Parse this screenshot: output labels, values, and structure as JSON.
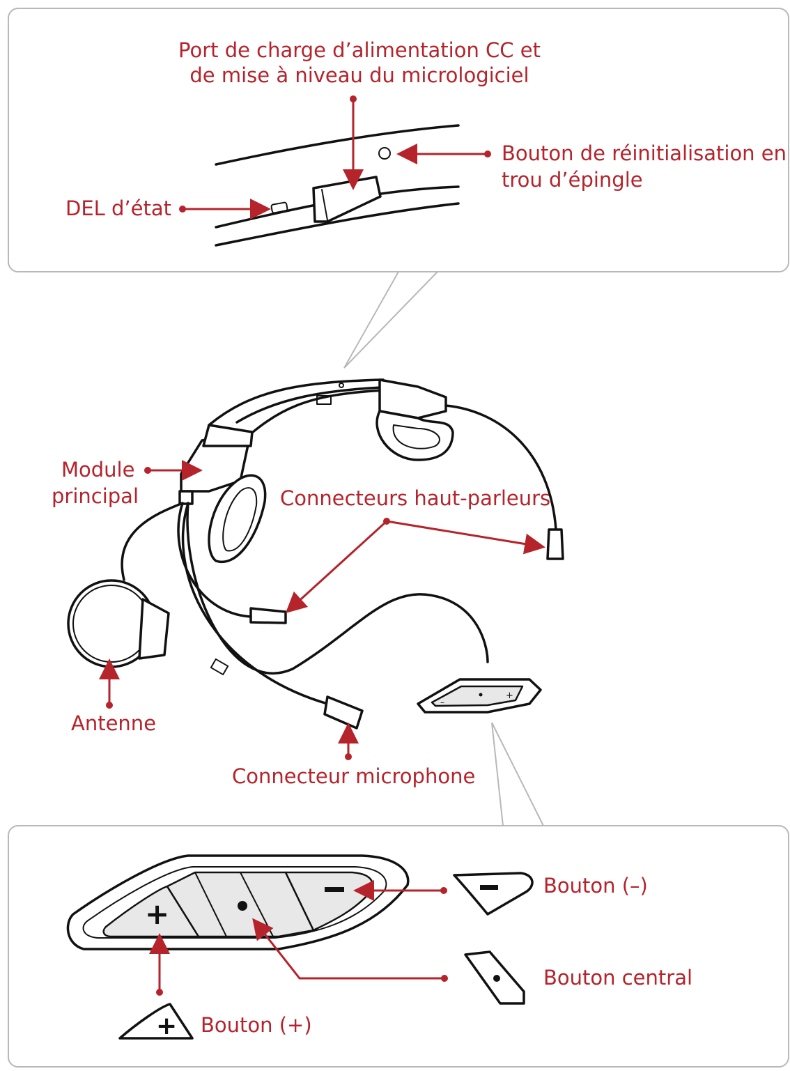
{
  "labels": {
    "port_line1": "Port de charge d’alimentation CC et",
    "port_line2": "de mise à niveau du micrologiciel",
    "reset_line1": "Bouton de réinitialisation en",
    "reset_line2": "trou d’épingle",
    "led": "DEL d’état",
    "module_line1": "Module",
    "module_line2": "principal",
    "speakers": "Connecteurs haut-parleurs",
    "antenna": "Antenne",
    "microphone": "Connecteur microphone",
    "btn_minus": "Bouton (–)",
    "btn_center": "Bouton central",
    "btn_plus": "Bouton (+)"
  },
  "colors": {
    "label_red": "#b5232b",
    "frame_grey": "#b8b8b8"
  }
}
